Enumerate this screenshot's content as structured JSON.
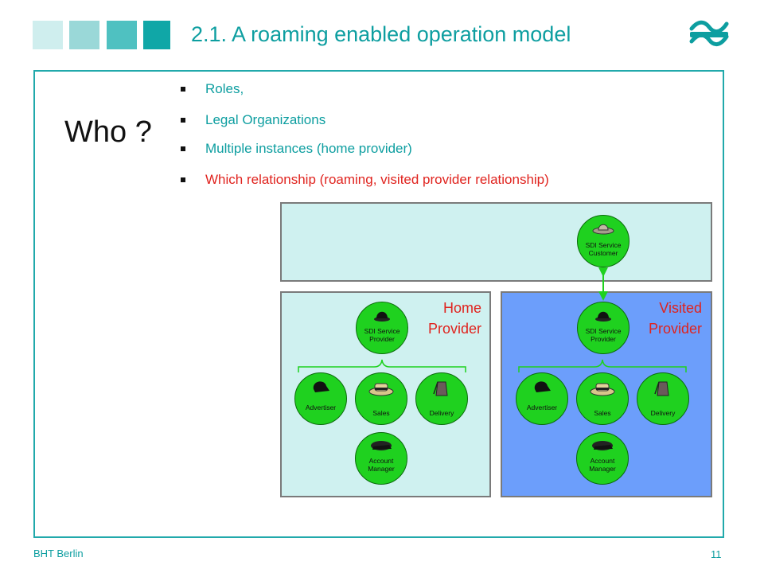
{
  "slide": {
    "title": "2.1. A roaming enabled operation model",
    "who_label": "Who ?",
    "bullets": [
      {
        "text": "Roles,",
        "highlight": false
      },
      {
        "text": "Legal Organizations",
        "highlight": false
      },
      {
        "text": "Multiple instances (home provider)",
        "highlight": false
      },
      {
        "text": "Which relationship (roaming, visited provider relationship)",
        "highlight": true
      }
    ],
    "footer_left": "BHT Berlin",
    "page_number": "11"
  },
  "diagram": {
    "customer": {
      "role_line1": "SDI Service",
      "role_line2": "Customer",
      "hat": "ranger-hat-icon"
    },
    "home": {
      "label_line1": "Home",
      "label_line2": "Provider",
      "provider": {
        "line1": "SDI Service",
        "line2": "Provider",
        "hat": "bowler-hat-icon"
      },
      "advertiser": "Advertiser",
      "sales": "Sales",
      "delivery": "Delivery",
      "account_manager_line1": "Account",
      "account_manager_line2": "Manager"
    },
    "visited": {
      "label_line1": "Visited",
      "label_line2": "Provider",
      "provider": {
        "line1": "SDI Service",
        "line2": "Provider",
        "hat": "bowler-hat-icon"
      },
      "advertiser": "Advertiser",
      "sales": "Sales",
      "delivery": "Delivery",
      "account_manager_line1": "Account",
      "account_manager_line2": "Manager"
    },
    "colors": {
      "accent": "#0d9ea0",
      "highlight": "#e0231e",
      "role_green": "#1fd11f",
      "home_bg": "#cff1f0",
      "visited_bg": "#6c9efb"
    }
  }
}
